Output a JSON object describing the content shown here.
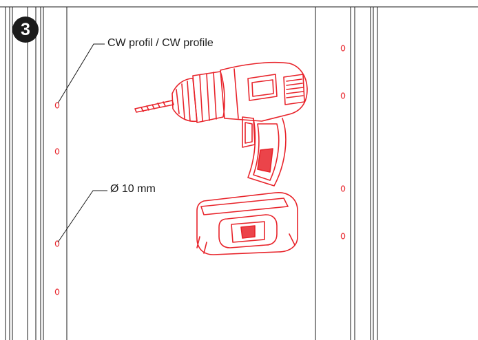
{
  "step": {
    "number": "3"
  },
  "callouts": {
    "profile": "CW profil / CW profile",
    "hole_diameter": "Ø 10 mm"
  },
  "colors": {
    "frame_lines": "#1a1a1a",
    "drill": "#e8232a",
    "holes": "#e8232a",
    "badge": "#1b1b1b"
  },
  "icons": {
    "tool": "cordless-drill-icon",
    "marks": "drill-hole-marker-icon"
  }
}
